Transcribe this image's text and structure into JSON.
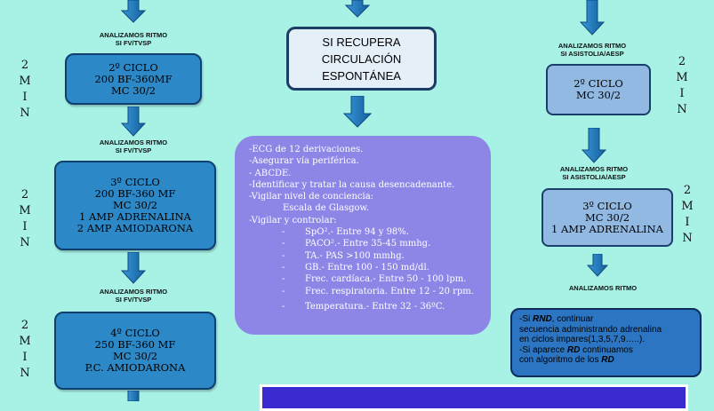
{
  "left": {
    "labels": [
      "ANALIZAMOS RITMO\nSI FV/TVSP",
      "ANALIZAMOS RITMO\nSI FV/TVSP",
      "ANALIZAMOS RITMO\nSI FV/TVSP"
    ],
    "boxes": [
      [
        "2º CICLO",
        "200 BF-360MF",
        "MC 30/2"
      ],
      [
        "3º CICLO",
        "200 BF-360 MF",
        "MC 30/2",
        "1 AMP ADRENALINA",
        "2 AMP AMIODARONA"
      ],
      [
        "4º CICLO",
        "250 BF-360 MF",
        "MC 30/2",
        "P.C. AMIODARONA"
      ]
    ],
    "min": [
      "M",
      "I",
      "N"
    ],
    "two": "2"
  },
  "center": {
    "box": [
      "SI RECUPERA",
      "CIRCULACIÓN",
      "ESPONTÁNEA"
    ],
    "list": [
      "-ECG de 12  derivaciones.",
      "-Asegurar vía periférica.",
      "- ABCDE.",
      "-Identificar y tratar la causa desencadenante.",
      "-Vigilar nivel de conciencia:",
      "Escala de Glasgow.",
      "-Vigilar y controlar:",
      "SpO².- Entre 94 y 98%.",
      "PACO².- Entre 35-45 mmhg.",
      "TA.- PAS >100 mmhg.",
      "GB.- Entre 100 - 150 md/dl.",
      "Frec. cardíaca.- Entre 50 - 100 lpm.",
      "Frec. respiratoria. Entre 12 - 20 rpm.",
      "Temperatura.- Entre 32 - 36ºC."
    ],
    "bullet": "-"
  },
  "right": {
    "labels": [
      "ANALIZAMOS RITMO\nSI ASISTOLIA/AESP",
      "ANALIZAMOS RITMO\nSI ASISTOLIA/AESP"
    ],
    "boxes": [
      [
        "2º CICLO",
        "MC 30/2"
      ],
      [
        "3º CICLO",
        "MC 30/2",
        "1 AMP ADRENALINA"
      ]
    ],
    "analizamos": "ANALIZAMOS RITMO",
    "note": {
      "l1a": "-Si ",
      "l1b": "RND",
      "l1c": ", continuar",
      "l2": "secuencia administrando adrenalina",
      "l3": "en ciclos impares(1,3,5,7,9…..).",
      "l4a": "-Si aparece ",
      "l4b": "RD",
      "l4c": " continuamos",
      "l5a": "con algoritmo de los ",
      "l5b": "RD"
    }
  },
  "colors": {
    "background": "#a7f1e5",
    "arrow": "#1f78bf",
    "box_dark": "#2d88c8",
    "box_light": "#91b9e2",
    "purple": "#8d86e6",
    "bar": "#3a2bd0"
  }
}
